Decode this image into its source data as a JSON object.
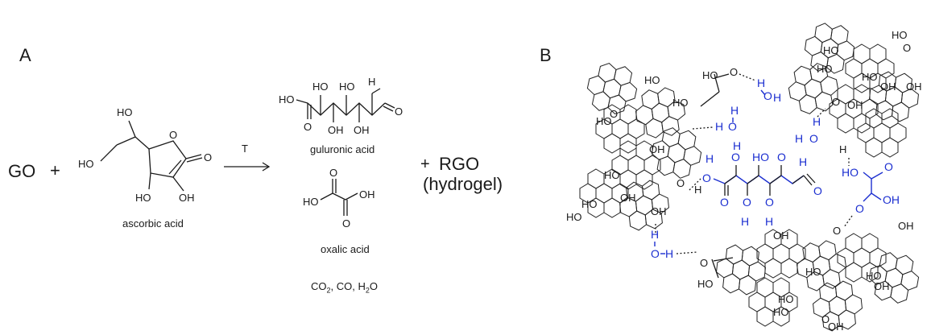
{
  "panels": {
    "a": "A",
    "b": "B"
  },
  "reaction": {
    "reactant": "GO",
    "plus1": "+",
    "arrow_label": "T",
    "plus2": "+",
    "product_main": "RGO",
    "product_sub": "(hydrogel)",
    "byproducts": {
      "a": "CO",
      "b": "2",
      "c": ", CO, H",
      "d": "2",
      "e": "O"
    }
  },
  "compounds": {
    "ascorbic": "ascorbic acid",
    "guluronic": "guluronic acid",
    "oxalic": "oxalic acid"
  },
  "atoms": {
    "HO": "HO",
    "OH": "OH",
    "O": "O",
    "H": "H",
    "HOd": "HO",
    "OHd": "OH",
    "OHl": "OH",
    "Hd": "H"
  },
  "colors": {
    "black": "#1a1a1a",
    "blue": "#1c2fd0"
  }
}
